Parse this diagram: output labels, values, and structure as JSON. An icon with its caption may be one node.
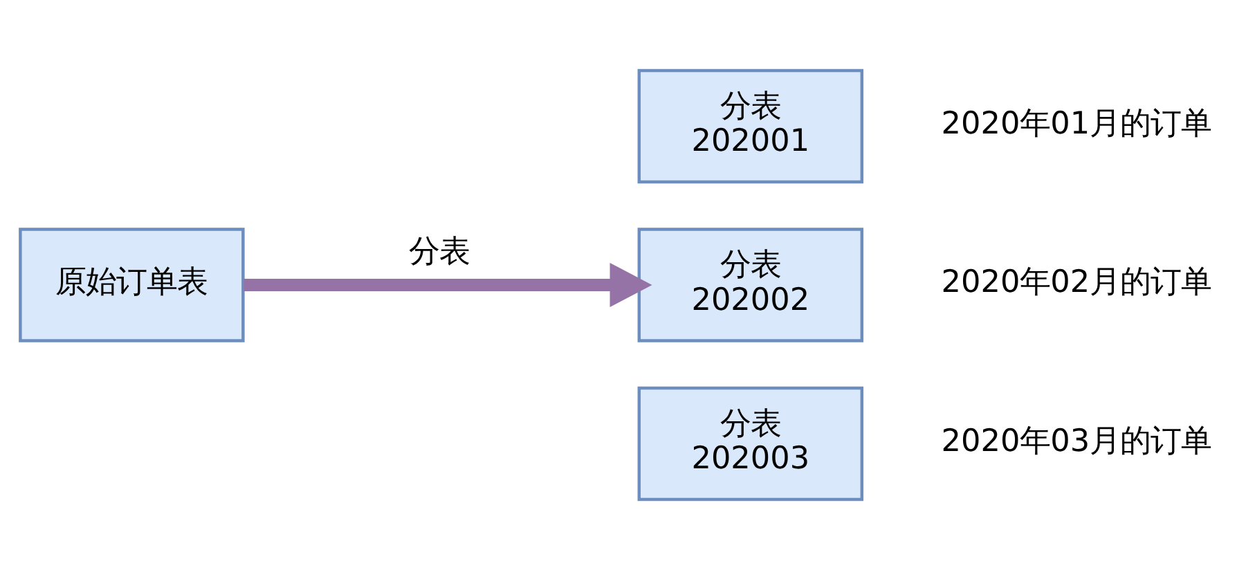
{
  "diagram": {
    "nodes": [
      {
        "text": [
          "原始订单表"
        ]
      },
      {
        "text": [
          "分表 202001"
        ],
        "beside": [
          "2020年01月的订单"
        ]
      },
      {
        "text": [
          "分表 202002"
        ],
        "beside": [
          "2020年02月的订单"
        ]
      },
      {
        "text": [
          "分表 202003"
        ],
        "beside": [
          "2020年03月的订单"
        ]
      }
    ],
    "edges": [
      {
        "from": 0,
        "to": 2,
        "arrow": "to",
        "label": "分表",
        "color": "#9673a6"
      }
    ]
  }
}
